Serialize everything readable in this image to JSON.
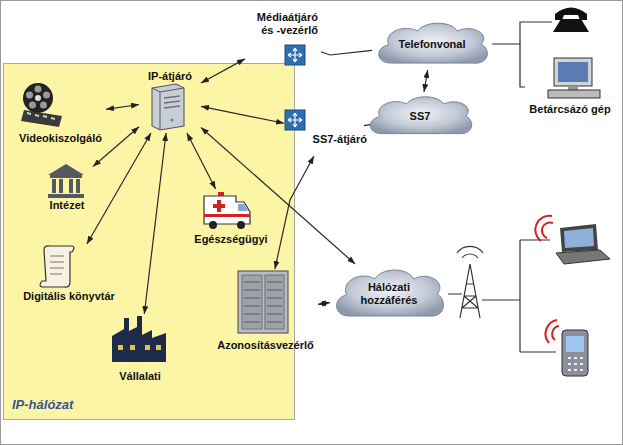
{
  "diagram": {
    "nodes": [
      {
        "text": [
          "IP-hálózat"
        ]
      },
      {
        "text": [
          "IP-átjáró"
        ],
        "in": 0
      },
      {
        "text": [
          "Videokiszolgáló"
        ],
        "in": 0
      },
      {
        "text": [
          "Intézet"
        ],
        "in": 0
      },
      {
        "text": [
          "Digitális könyvtár"
        ],
        "in": 0
      },
      {
        "text": [
          "Vállalati"
        ],
        "in": 0
      },
      {
        "text": [
          "Egészségügyi"
        ],
        "in": 0
      },
      {
        "text": [
          "Azonosításvezérlő"
        ],
        "in": 0
      },
      {
        "text": [
          "Médiaátjáró és -vezérlő"
        ]
      },
      {
        "text": [
          "SS7-átjáró"
        ]
      },
      {
        "text": [
          "Telefonvonal"
        ]
      },
      {
        "text": [
          "SS7"
        ]
      },
      {
        "text": [
          "Hálózati hozzáférés"
        ]
      },
      {
        "text": [
          "Betárcsázó gép"
        ]
      }
    ],
    "edges": [
      {
        "from": 1,
        "to": 2,
        "arrow": "both"
      },
      {
        "from": 1,
        "to": 3,
        "arrow": "both"
      },
      {
        "from": 1,
        "to": 4,
        "arrow": "both"
      },
      {
        "from": 1,
        "to": 5,
        "arrow": "both"
      },
      {
        "from": 1,
        "to": 6,
        "arrow": "both"
      },
      {
        "from": 1,
        "to": 8,
        "arrow": "both"
      },
      {
        "from": 1,
        "to": 9,
        "arrow": "both"
      },
      {
        "from": 1,
        "to": 12,
        "arrow": "both"
      },
      {
        "from": 7,
        "to": 12,
        "arrow": "both"
      },
      {
        "from": 7,
        "to": 9,
        "arrow": "both"
      },
      {
        "from": 8,
        "to": 10,
        "arrow": "none"
      },
      {
        "from": 9,
        "to": 11,
        "arrow": "none"
      },
      {
        "from": 10,
        "to": 11,
        "arrow": "both"
      },
      {
        "from": 10,
        "to": 13,
        "arrow": "none"
      }
    ]
  }
}
